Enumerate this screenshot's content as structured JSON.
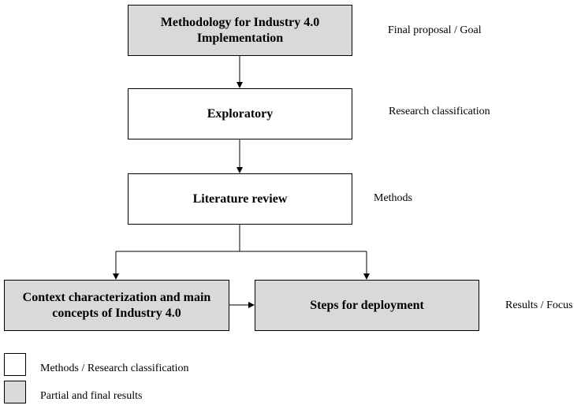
{
  "nodes": {
    "goal": {
      "label": "Methodology for Industry 4.0 Implementation",
      "side_label": "Final proposal / Goal"
    },
    "exploratory": {
      "label": "Exploratory",
      "side_label": "Research classification"
    },
    "literature": {
      "label": "Literature review",
      "side_label": "Methods"
    },
    "context": {
      "label": "Context characterization and main concepts of Industry 4.0"
    },
    "steps": {
      "label": "Steps for deployment",
      "side_label": "Results / Focus"
    }
  },
  "legend": {
    "methods": {
      "label": "Methods / Research classification",
      "color": "#ffffff"
    },
    "results": {
      "label": "Partial and final results",
      "color": "#d9d9d9"
    }
  },
  "colors": {
    "result_fill": "#d9d9d9",
    "method_fill": "#ffffff",
    "stroke": "#000000"
  }
}
